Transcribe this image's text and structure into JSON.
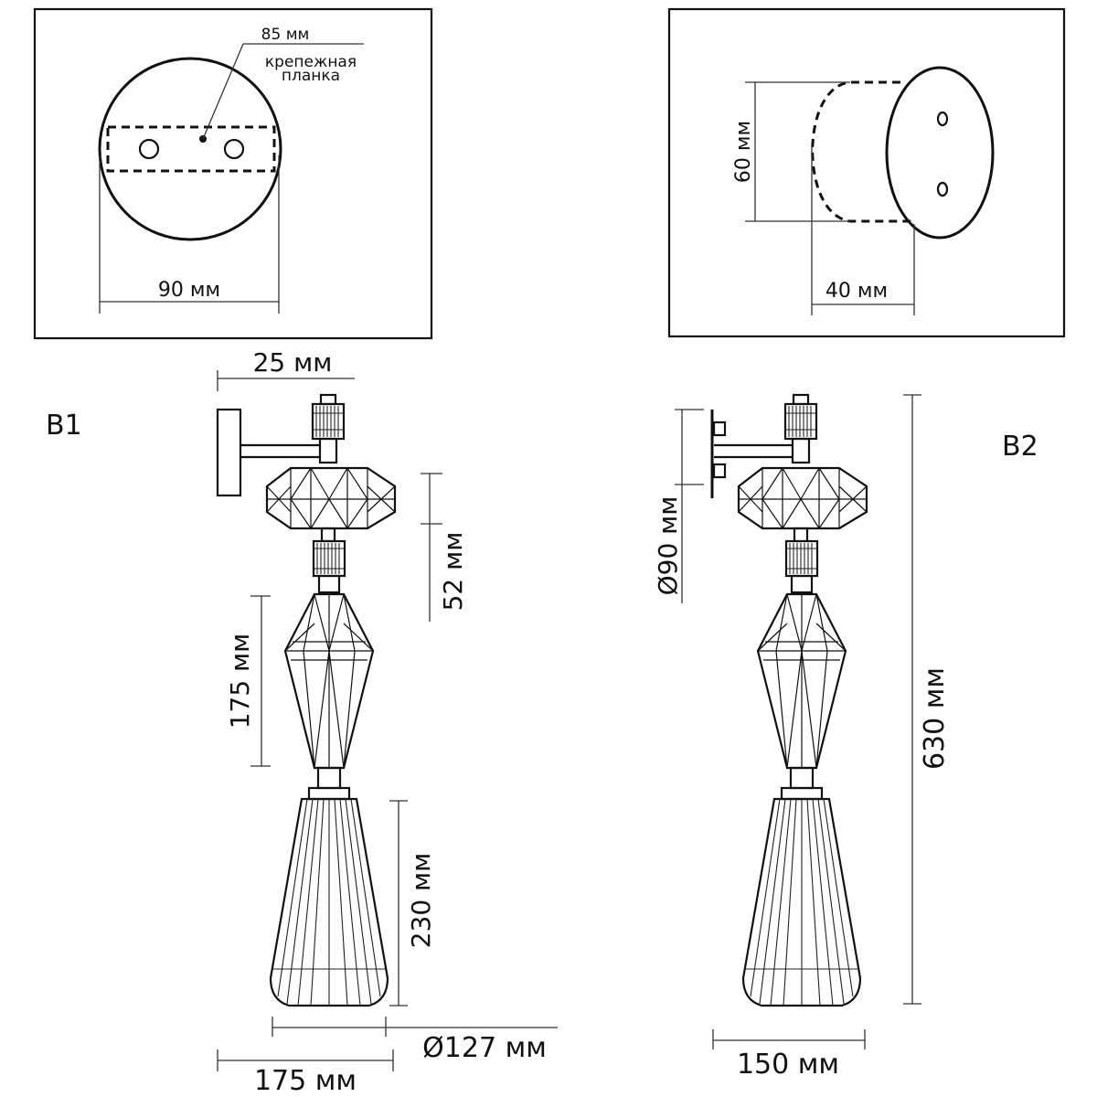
{
  "detail_left": {
    "label_85": "85 мм",
    "note_line1": "крепежная",
    "note_line2": "планка",
    "label_90": "90 мм"
  },
  "detail_right": {
    "label_60": "60 мм",
    "label_40": "40 мм"
  },
  "view_b1": {
    "title": "B1",
    "dim_top": "25 мм",
    "dim_52": "52 мм",
    "dim_175v": "175 мм",
    "dim_230": "230 мм",
    "dim_127": "Ø127 мм",
    "dim_175h": "175 мм"
  },
  "view_b2": {
    "title": "B2",
    "dim_90": "Ø90 мм",
    "dim_630": "630 мм",
    "dim_150": "150 мм"
  }
}
